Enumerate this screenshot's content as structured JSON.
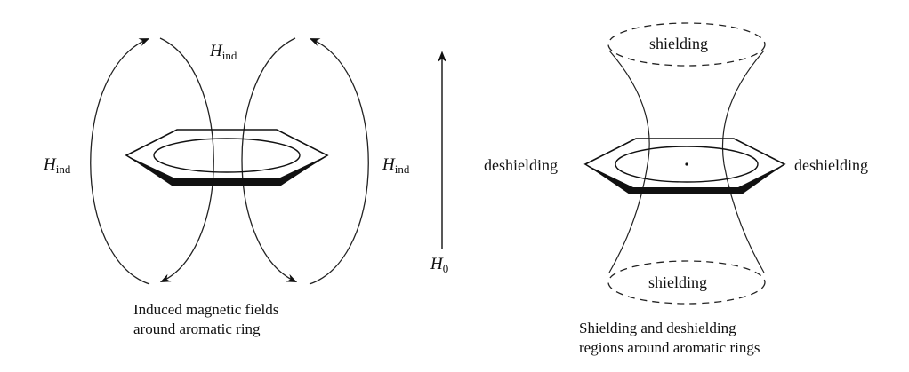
{
  "left_panel": {
    "labels": {
      "h_ind_top": {
        "main": "H",
        "sub": "ind"
      },
      "h_ind_left": {
        "main": "H",
        "sub": "ind"
      },
      "h_ind_right": {
        "main": "H",
        "sub": "ind"
      },
      "h0": {
        "main": "H",
        "sub": "0"
      }
    },
    "caption": [
      "Induced magnetic fields",
      "around aromatic ring"
    ]
  },
  "right_panel": {
    "labels": {
      "shielding_top": "shielding",
      "shielding_bottom": "shielding",
      "deshielding_left": "deshielding",
      "deshielding_right": "deshielding"
    },
    "caption": [
      "Shielding and deshielding",
      "regions around aromatic rings"
    ]
  }
}
